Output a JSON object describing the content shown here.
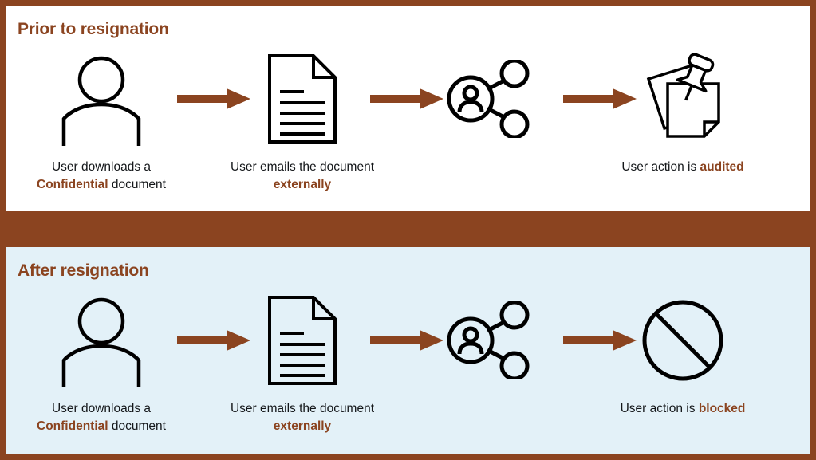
{
  "colors": {
    "brand_brown": "#8B4420",
    "panel_top_bg": "#FFFFFF",
    "panel_bottom_bg": "#E3F1F8",
    "ink": "#14171A"
  },
  "panels": [
    {
      "id": "prior-to-resignation",
      "title": "Prior to resignation",
      "steps": [
        {
          "icon": "user-icon",
          "icon_label": "user"
        },
        {
          "icon": "document-icon",
          "icon_label": "document"
        },
        {
          "icon": "share-icon",
          "icon_label": "share-network"
        },
        {
          "icon": "audit-notes-pin-icon",
          "icon_label": "audited-notes"
        }
      ],
      "arrows": [
        {
          "name": "arrow-user-to-document"
        },
        {
          "name": "arrow-document-to-share"
        },
        {
          "name": "arrow-share-to-outcome"
        }
      ],
      "captions": [
        {
          "line1_plain": "User downloads a",
          "line2_highlight": "Confidential",
          "line2_plain": " document"
        },
        {
          "line1_plain": "User emails the document",
          "line2_highlight": "externally",
          "line2_plain": ""
        },
        {
          "line1_plain": "User action is ",
          "line1_highlight": "audited"
        }
      ]
    },
    {
      "id": "after-resignation",
      "title": "After resignation",
      "steps": [
        {
          "icon": "user-icon",
          "icon_label": "user"
        },
        {
          "icon": "document-icon",
          "icon_label": "document"
        },
        {
          "icon": "share-icon",
          "icon_label": "share-network"
        },
        {
          "icon": "blocked-icon",
          "icon_label": "blocked"
        }
      ],
      "arrows": [
        {
          "name": "arrow-user-to-document"
        },
        {
          "name": "arrow-document-to-share"
        },
        {
          "name": "arrow-share-to-outcome"
        }
      ],
      "captions": [
        {
          "line1_plain": "User downloads a",
          "line2_highlight": "Confidential",
          "line2_plain": " document"
        },
        {
          "line1_plain": "User emails the document",
          "line2_highlight": "externally",
          "line2_plain": ""
        },
        {
          "line1_plain": "User action is ",
          "line1_highlight": "blocked"
        }
      ]
    }
  ]
}
